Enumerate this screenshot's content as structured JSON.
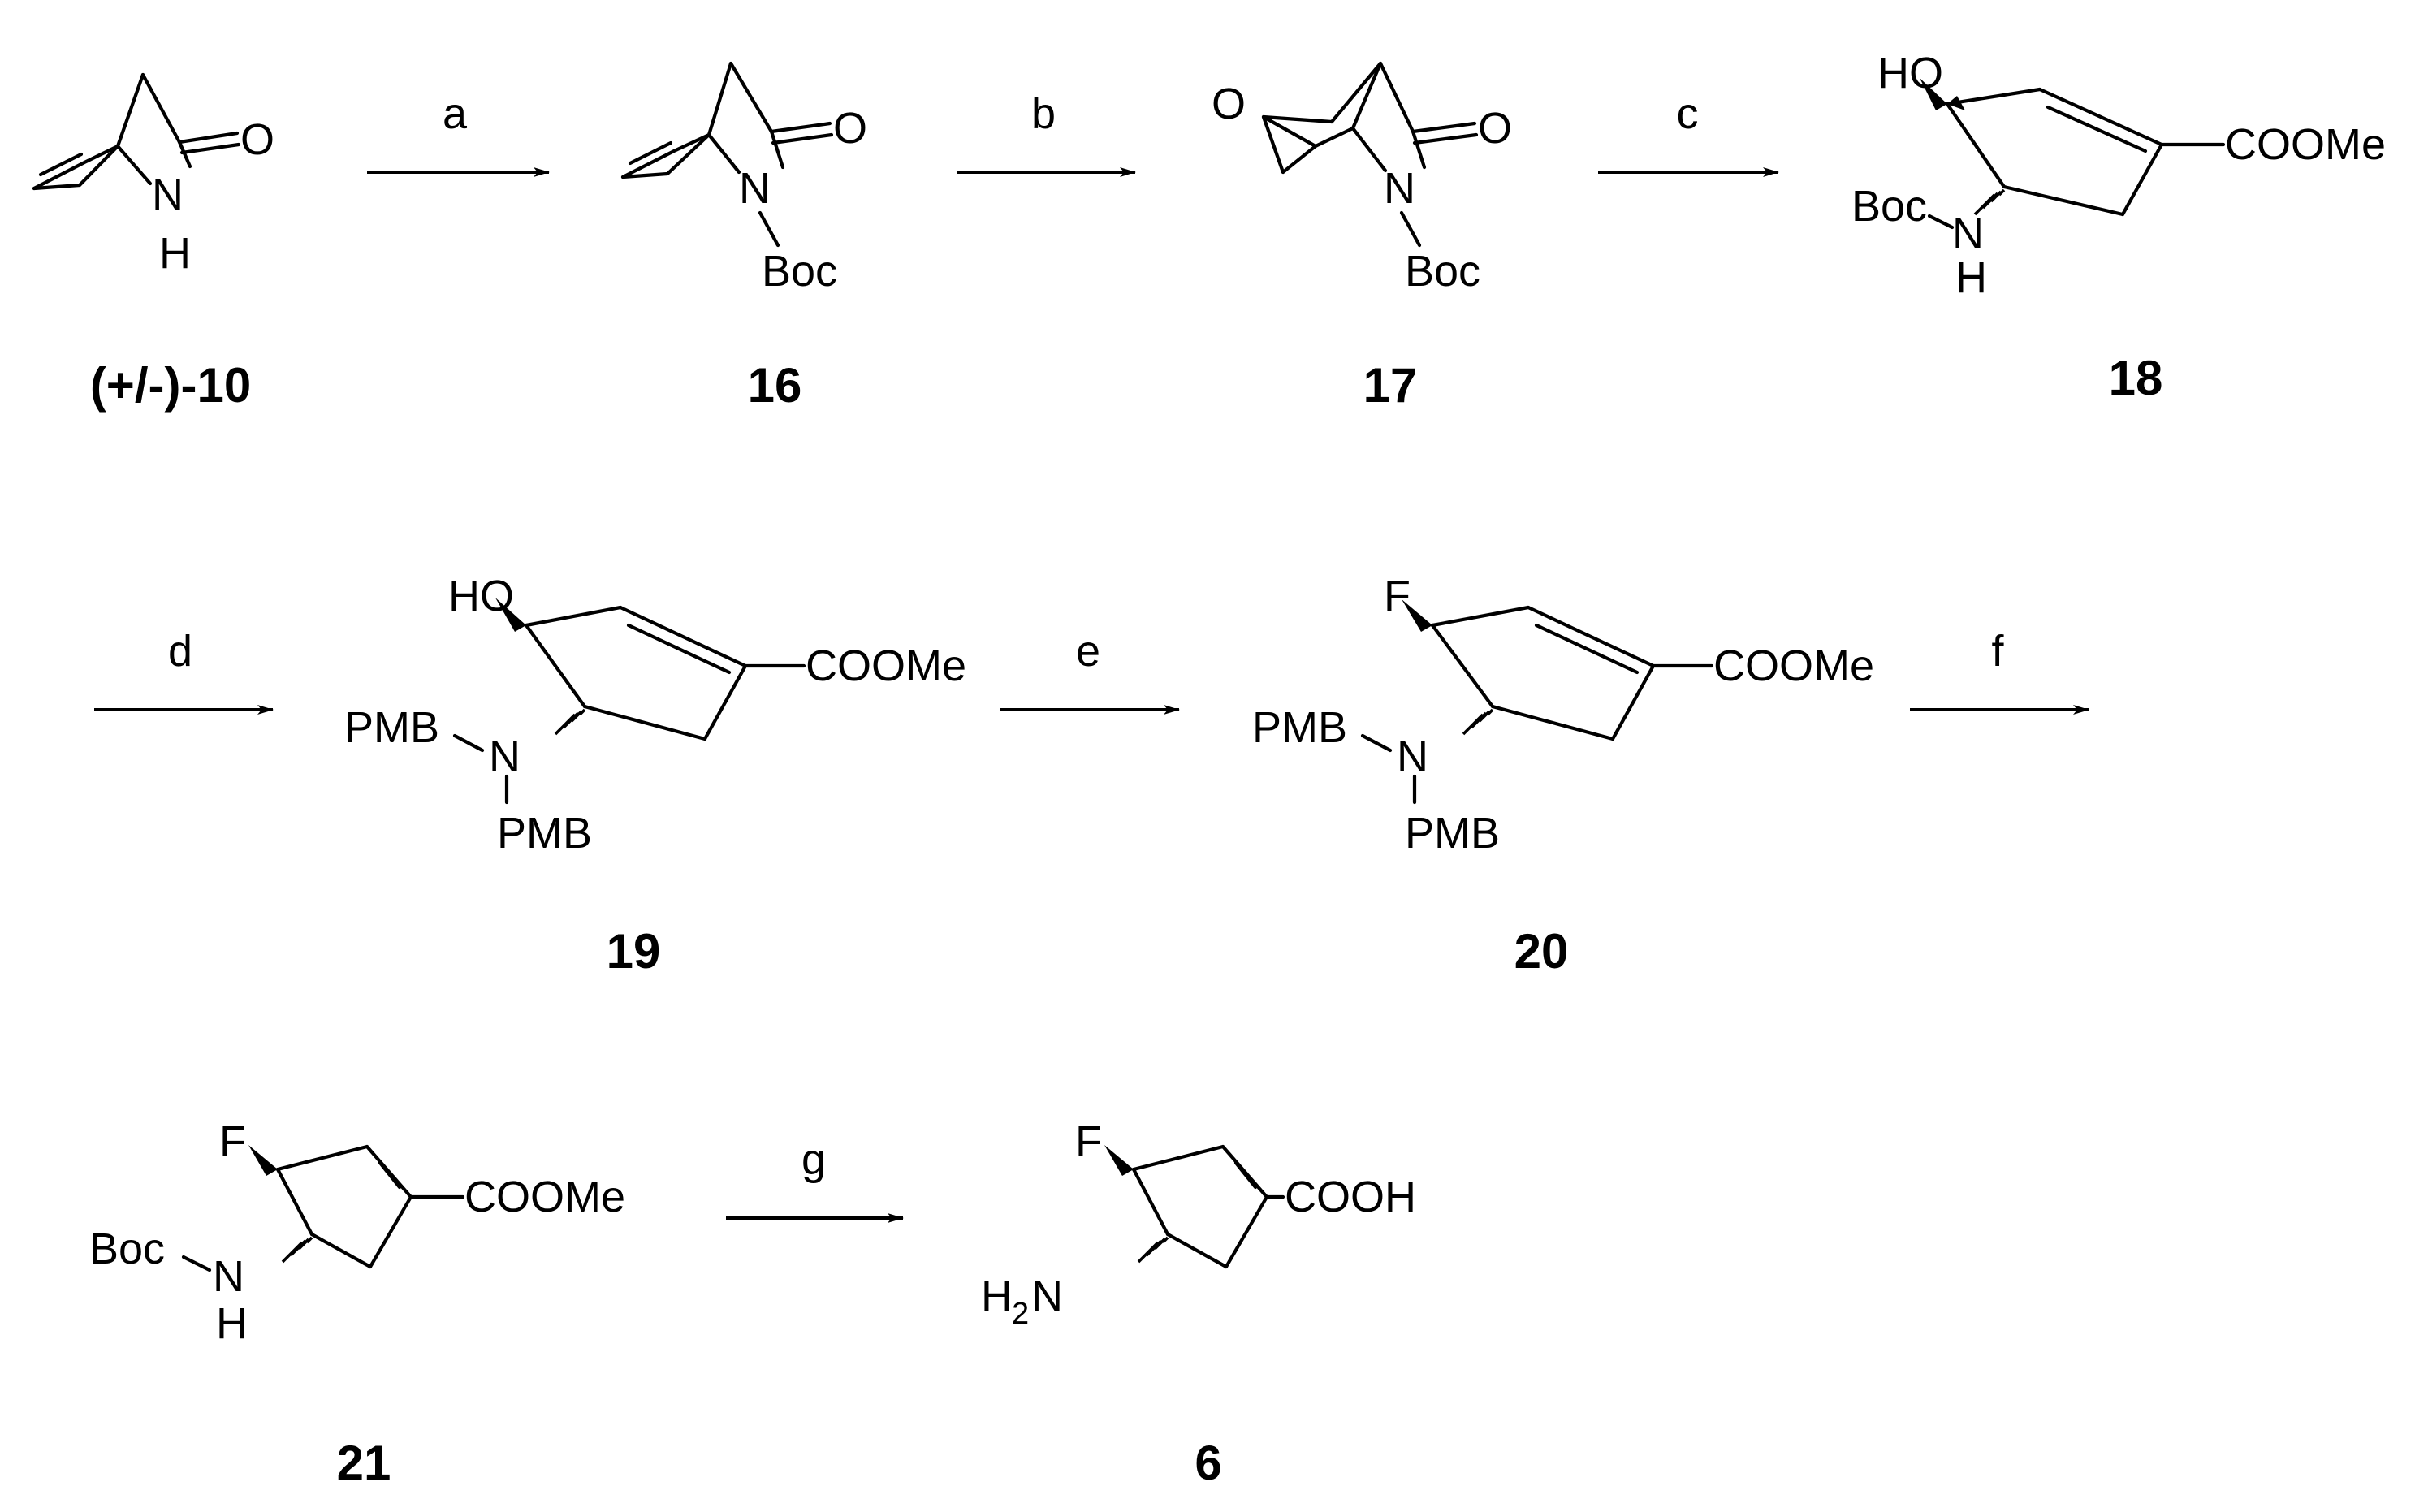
{
  "steps": [
    "a",
    "b",
    "c",
    "d",
    "e",
    "f",
    "g"
  ],
  "compounds": {
    "c10": {
      "id": "(+/-)-10",
      "O": "O",
      "N": "N",
      "H": "H"
    },
    "c16": {
      "id": "16",
      "O": "O",
      "N": "N",
      "Boc": "Boc"
    },
    "c17": {
      "id": "17",
      "O_ep": "O",
      "O": "O",
      "N": "N",
      "Boc": "Boc"
    },
    "c18": {
      "id": "18",
      "HO": "HO",
      "ester": "COOMe",
      "Boc": "Boc",
      "N": "N",
      "H": "H"
    },
    "c19": {
      "id": "19",
      "HO": "HO",
      "ester": "COOMe",
      "PMB1": "PMB",
      "N": "N",
      "PMB2": "PMB"
    },
    "c20": {
      "id": "20",
      "F": "F",
      "ester": "COOMe",
      "PMB1": "PMB",
      "N": "N",
      "PMB2": "PMB"
    },
    "c21": {
      "id": "21",
      "F": "F",
      "ester": "COOMe",
      "Boc": "Boc",
      "N": "N",
      "H": "H"
    },
    "c6": {
      "id": "6",
      "F": "F",
      "acid": "COOH",
      "H": "H",
      "sub2": "2",
      "N": "N"
    }
  }
}
